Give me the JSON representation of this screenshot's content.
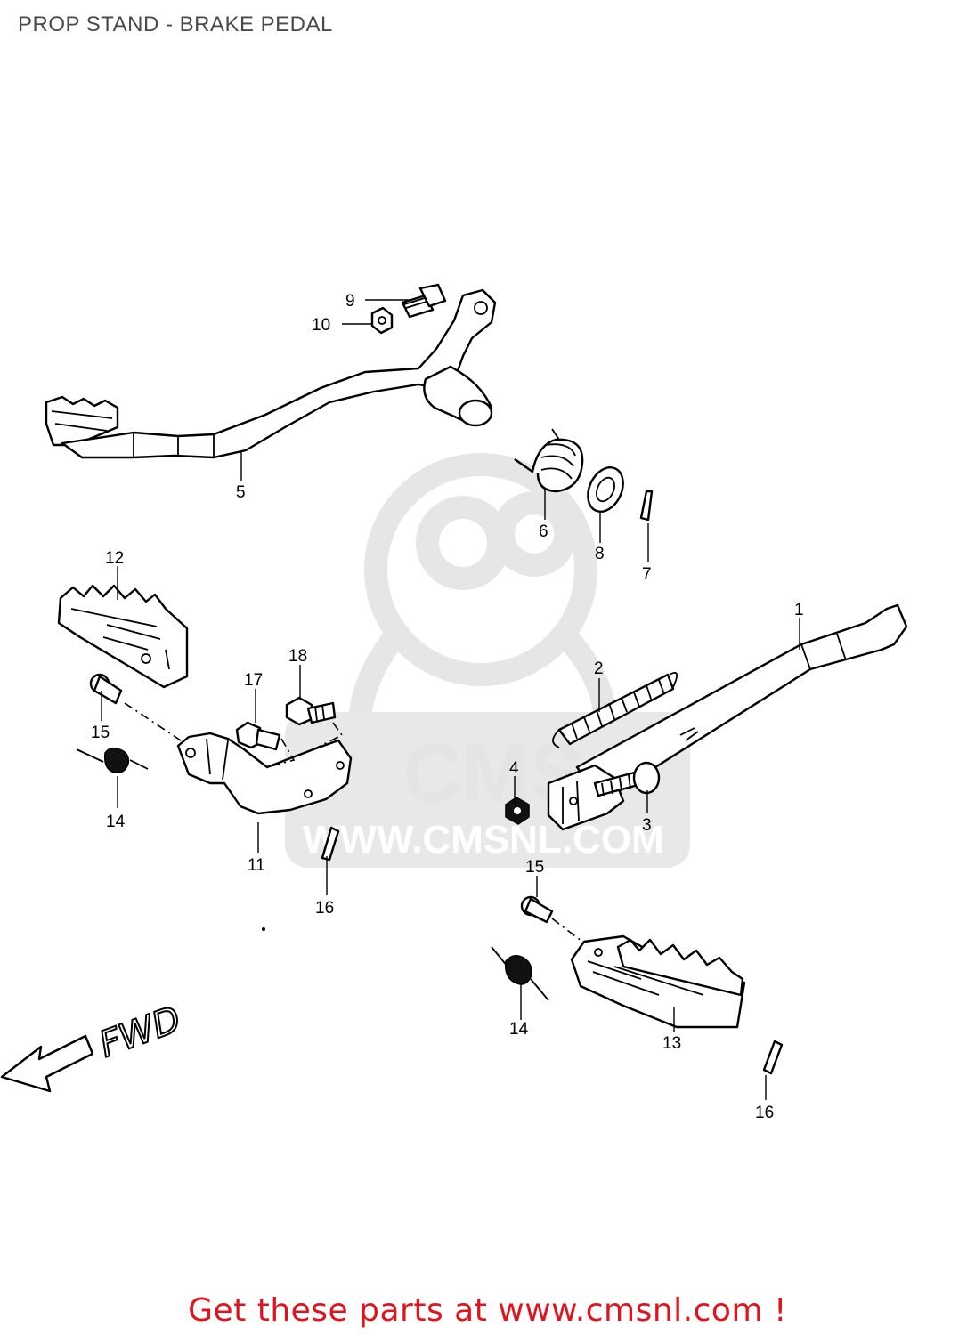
{
  "title": "PROP STAND - BRAKE PEDAL",
  "callouts": {
    "c1": "1",
    "c2": "2",
    "c3": "3",
    "c4": "4",
    "c5": "5",
    "c6": "6",
    "c7": "7",
    "c8": "8",
    "c9": "9",
    "c10": "10",
    "c11": "11",
    "c12": "12",
    "c13": "13",
    "c14a": "14",
    "c14b": "14",
    "c15a": "15",
    "c15b": "15",
    "c16a": "16",
    "c16b": "16",
    "c17": "17",
    "c18": "18"
  },
  "direction_label": "FWD",
  "watermark": {
    "brand": "CMS",
    "url": "WWW.CMSNL.COM"
  },
  "footer": {
    "link_text": "Get these parts at www.cmsnl.com !"
  },
  "colors": {
    "footer_red": "#e0141e",
    "title_gray": "#4a4a4a",
    "watermark_gray": "#e6e6e6"
  }
}
